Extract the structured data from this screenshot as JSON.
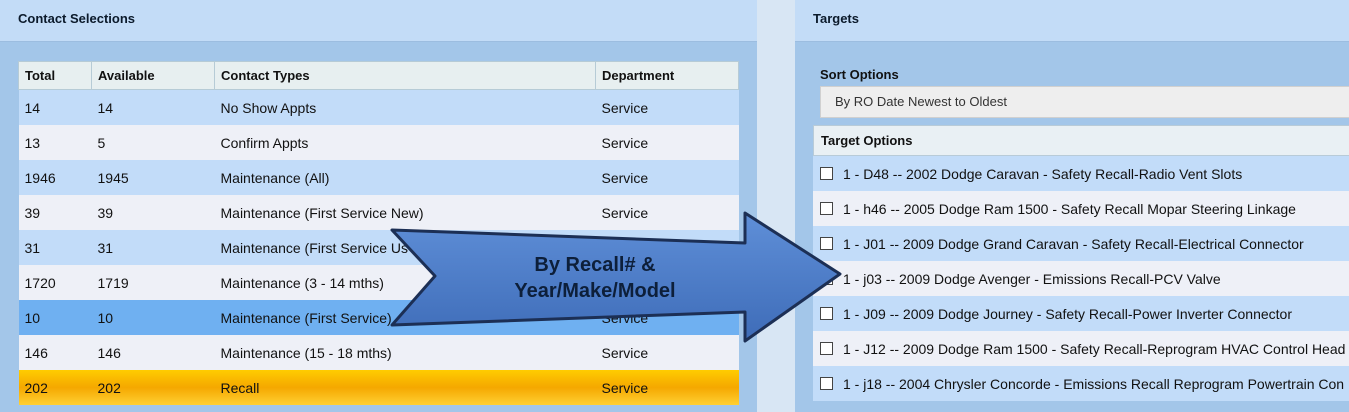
{
  "left_panel": {
    "title": "Contact Selections",
    "columns": [
      "Total",
      "Available",
      "Contact Types",
      "Department"
    ],
    "rows": [
      {
        "total": "14",
        "available": "14",
        "type": "No Show Appts",
        "department": "Service"
      },
      {
        "total": "13",
        "available": "5",
        "type": "Confirm Appts",
        "department": "Service"
      },
      {
        "total": "1946",
        "available": "1945",
        "type": "Maintenance (All)",
        "department": "Service"
      },
      {
        "total": "39",
        "available": "39",
        "type": "Maintenance (First Service New)",
        "department": "Service"
      },
      {
        "total": "31",
        "available": "31",
        "type": "Maintenance (First Service Us",
        "department": ""
      },
      {
        "total": "1720",
        "available": "1719",
        "type": "Maintenance (3 - 14 mths)",
        "department": ""
      },
      {
        "total": "10",
        "available": "10",
        "type": "Maintenance (First Service)",
        "department": "Service"
      },
      {
        "total": "146",
        "available": "146",
        "type": "Maintenance (15 - 18 mths)",
        "department": "Service"
      },
      {
        "total": "202",
        "available": "202",
        "type": "Recall",
        "department": "Service"
      }
    ]
  },
  "right_panel": {
    "title": "Targets",
    "sort_label": "Sort Options",
    "sort_value": "By RO Date Newest to Oldest",
    "target_label": "Target Options",
    "targets": [
      "1 - D48 -- 2002 Dodge Caravan - Safety Recall-Radio Vent Slots",
      "1 - h46 -- 2005 Dodge Ram 1500 - Safety Recall Mopar Steering Linkage",
      "1 - J01 -- 2009 Dodge Grand Caravan - Safety Recall-Electrical Connector",
      "1 - j03 -- 2009 Dodge Avenger - Emissions Recall-PCV Valve",
      "1 - J09 -- 2009 Dodge Journey - Safety Recall-Power Inverter Connector",
      "1 - J12 -- 2009 Dodge Ram 1500 - Safety Recall-Reprogram HVAC Control Head",
      "1 - j18 -- 2004 Chrysler Concorde - Emissions Recall Reprogram Powertrain Con"
    ]
  },
  "callout": {
    "line1": "By Recall# &",
    "line2": "Year/Make/Model",
    "fill": "#4d7cc8",
    "stroke": "#1c2f55"
  },
  "colors": {
    "panel_bg": "#a3c6e9",
    "row_alt_a": "#c2dcf9",
    "row_alt_b": "#eef0f7",
    "row_selected": "#6fb0f1",
    "row_recall": "#ffcc00"
  }
}
